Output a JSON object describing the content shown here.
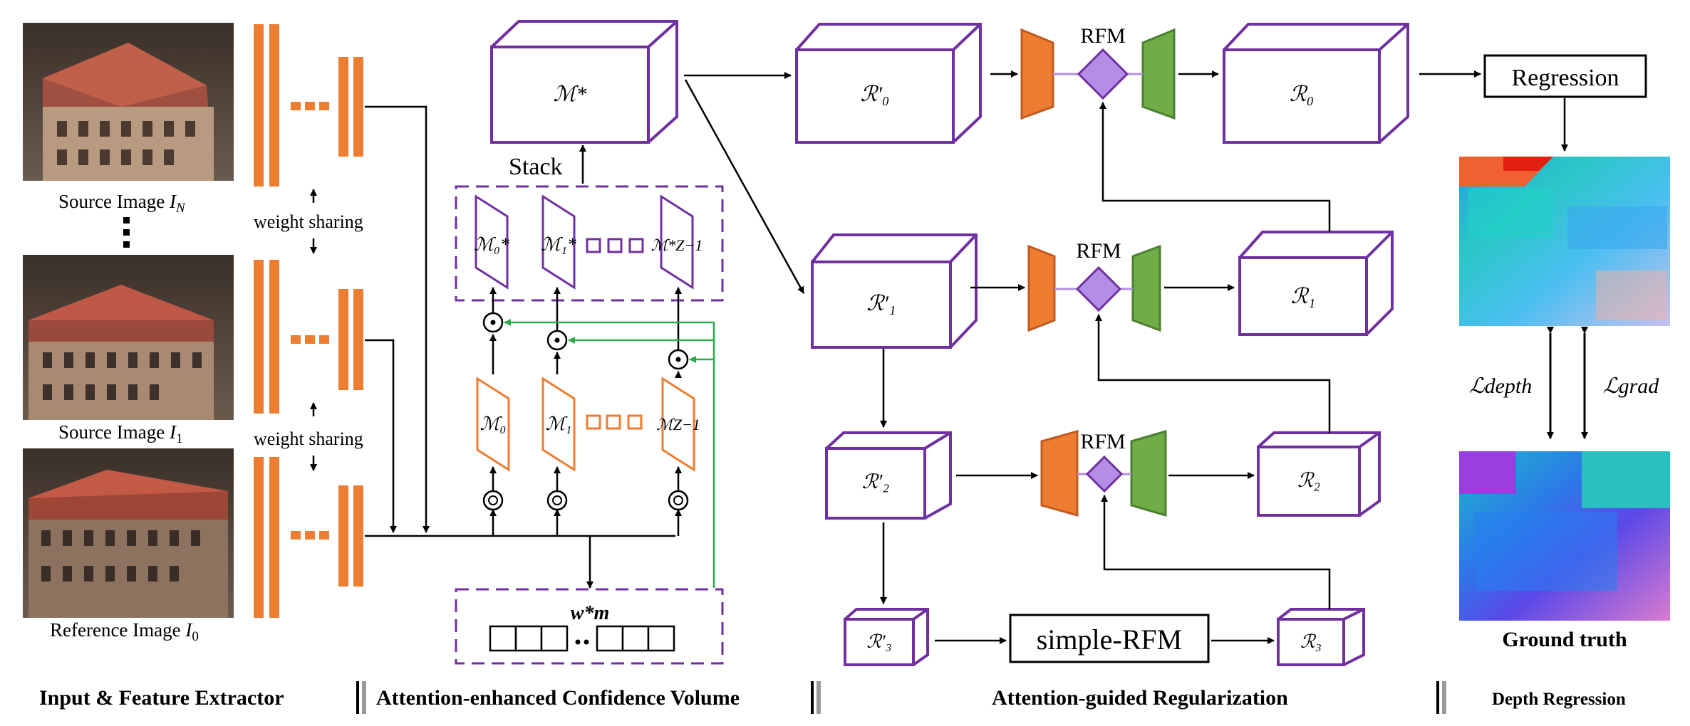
{
  "colors": {
    "purple": "#7030a0",
    "orange": "#ed7d31",
    "green": "#70ad47",
    "diamond": "#b48ee6",
    "arrow": "#000000",
    "green_arrow": "#2ea84a"
  },
  "input": {
    "source_n_label": "Source Image",
    "source_n_var": "I",
    "source_n_sub": "N",
    "source_1_label": "Source Image",
    "source_1_var": "I",
    "source_1_sub": "1",
    "reference_label": "Reference Image",
    "reference_var": "I",
    "reference_sub": "0",
    "weight_sharing_1": "weight sharing",
    "weight_sharing_2": "weight sharing"
  },
  "confidence": {
    "m_star": "ℳ*",
    "stack": "Stack",
    "m0_star": "ℳ₀*",
    "m1_star": "ℳ₁*",
    "mz_star": "ℳ*Z−1",
    "m0": "ℳ₀",
    "m1": "ℳ₁",
    "mz": "ℳZ−1",
    "weight": "w*m"
  },
  "regularization": {
    "r0p": "ℛ′₀",
    "r1p": "ℛ′₁",
    "r2p": "ℛ′₂",
    "r3p": "ℛ′₃",
    "r0": "ℛ₀",
    "r1": "ℛ₁",
    "r2": "ℛ₂",
    "r3": "ℛ₃",
    "rfm_0": "RFM",
    "rfm_1": "RFM",
    "rfm_2": "RFM",
    "simple_rfm": "simple-RFM"
  },
  "depth": {
    "regression": "Regression",
    "l_depth": "ℒdepth",
    "l_grad": "ℒgrad",
    "ground_truth": "Ground truth"
  },
  "sections": {
    "s1": "Input & Feature Extractor",
    "s2": "Attention-enhanced Confidence Volume",
    "s3": "Attention-guided Regularization",
    "s4": "Depth Regression"
  }
}
